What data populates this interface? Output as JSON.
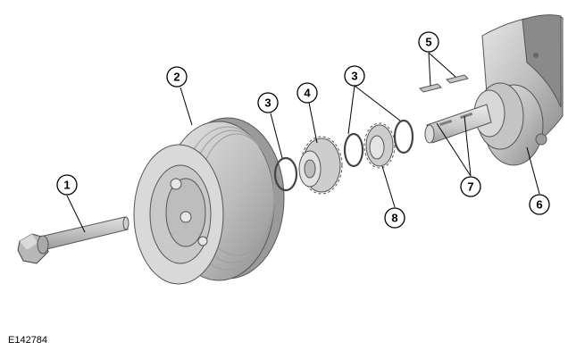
{
  "figure_id": "E142784",
  "callouts": {
    "c1": "1",
    "c2": "2",
    "c3a": "3",
    "c3b": "3",
    "c4": "4",
    "c5": "5",
    "c6": "6",
    "c7": "7",
    "c8": "8"
  },
  "colors": {
    "part_light": "#d6d6d6",
    "part_mid": "#b5b5b5",
    "part_dark": "#8c8c8c",
    "outline": "#000000"
  }
}
